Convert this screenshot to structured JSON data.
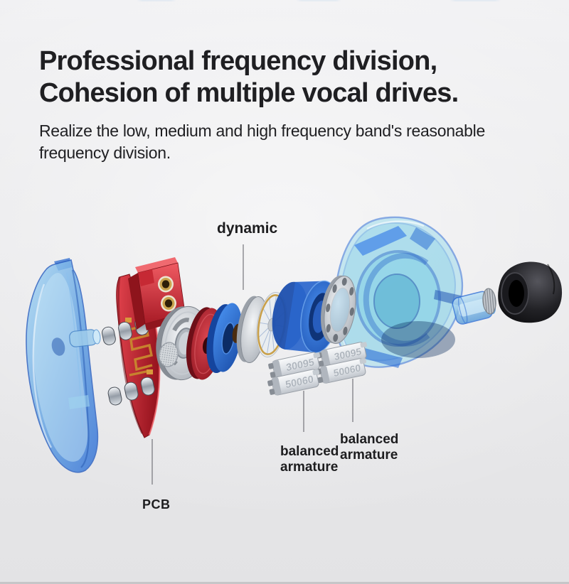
{
  "header": {
    "title_line1": "Professional frequency division,",
    "title_line2": "Cohesion of multiple vocal drives.",
    "subtitle_line1": "Realize the low, medium and high frequency band's reasonable",
    "subtitle_line2": "frequency division."
  },
  "diagram": {
    "label_dynamic": "dynamic",
    "label_pcb": "PCB",
    "label_ba_left_line1": "balanced",
    "label_ba_left_line2": "armature",
    "label_ba_right_line1": "balanced",
    "label_ba_right_line2": "armature",
    "ba_marking_top": "30095",
    "ba_marking_bottom": "50060",
    "colors": {
      "heading_dark": "#1f1f22",
      "label_dark": "#1d1d1f",
      "shell_blue": "#2f6fd6",
      "shell_cyan": "#9fdcec",
      "pcb_red": "#c0222e",
      "accent_gold": "#c9a04a",
      "ring_blue": "#2465cc",
      "metal_silver": "#d6d9dd",
      "eartip_black": "#141417"
    }
  }
}
